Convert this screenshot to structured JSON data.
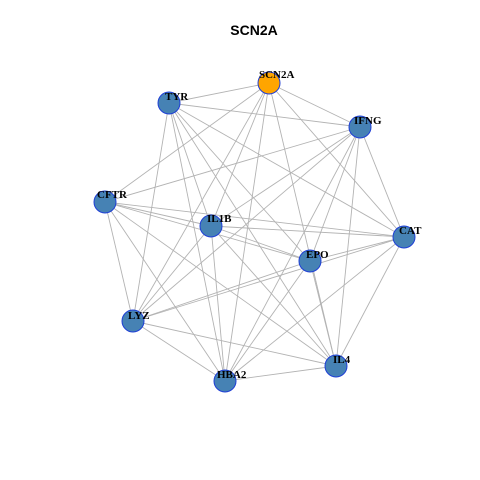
{
  "title": "SCN2A",
  "colors": {
    "edge": "#b3b3b3",
    "node_default_fill": "#4682b4",
    "node_highlight_fill": "#ffa500",
    "node_stroke": "#1f3fd6",
    "background": "#ffffff"
  },
  "nodes": [
    {
      "id": "SCN2A",
      "label": "SCN2A",
      "highlight": true
    },
    {
      "id": "TYR",
      "label": "TYR",
      "highlight": false
    },
    {
      "id": "IFNG",
      "label": "IFNG",
      "highlight": false
    },
    {
      "id": "CFTR",
      "label": "CFTR",
      "highlight": false
    },
    {
      "id": "IL1B",
      "label": "IL1B",
      "highlight": false
    },
    {
      "id": "CAT",
      "label": "CAT",
      "highlight": false
    },
    {
      "id": "EPO",
      "label": "EPO",
      "highlight": false
    },
    {
      "id": "LYZ",
      "label": "LYZ",
      "highlight": false
    },
    {
      "id": "IL4",
      "label": "IL4",
      "highlight": false
    },
    {
      "id": "HBA2",
      "label": "HBA2",
      "highlight": false
    }
  ],
  "edges": [
    [
      "SCN2A",
      "TYR"
    ],
    [
      "SCN2A",
      "IFNG"
    ],
    [
      "SCN2A",
      "CFTR"
    ],
    [
      "SCN2A",
      "IL1B"
    ],
    [
      "SCN2A",
      "LYZ"
    ],
    [
      "SCN2A",
      "HBA2"
    ],
    [
      "SCN2A",
      "IL4"
    ],
    [
      "SCN2A",
      "CAT"
    ],
    [
      "TYR",
      "IFNG"
    ],
    [
      "TYR",
      "IL1B"
    ],
    [
      "TYR",
      "CAT"
    ],
    [
      "TYR",
      "EPO"
    ],
    [
      "TYR",
      "LYZ"
    ],
    [
      "TYR",
      "HBA2"
    ],
    [
      "TYR",
      "IL4"
    ],
    [
      "IFNG",
      "CFTR"
    ],
    [
      "IFNG",
      "IL1B"
    ],
    [
      "IFNG",
      "CAT"
    ],
    [
      "IFNG",
      "EPO"
    ],
    [
      "IFNG",
      "LYZ"
    ],
    [
      "IFNG",
      "HBA2"
    ],
    [
      "IFNG",
      "IL4"
    ],
    [
      "CFTR",
      "IL1B"
    ],
    [
      "CFTR",
      "EPO"
    ],
    [
      "CFTR",
      "LYZ"
    ],
    [
      "CFTR",
      "HBA2"
    ],
    [
      "CFTR",
      "IL4"
    ],
    [
      "CFTR",
      "CAT"
    ],
    [
      "IL1B",
      "CAT"
    ],
    [
      "IL1B",
      "EPO"
    ],
    [
      "IL1B",
      "HBA2"
    ],
    [
      "IL1B",
      "IL4"
    ],
    [
      "IL1B",
      "LYZ"
    ],
    [
      "CAT",
      "EPO"
    ],
    [
      "CAT",
      "LYZ"
    ],
    [
      "CAT",
      "HBA2"
    ],
    [
      "CAT",
      "IL4"
    ],
    [
      "EPO",
      "LYZ"
    ],
    [
      "EPO",
      "HBA2"
    ],
    [
      "EPO",
      "IL4"
    ],
    [
      "LYZ",
      "HBA2"
    ],
    [
      "LYZ",
      "IL4"
    ],
    [
      "HBA2",
      "IL4"
    ]
  ]
}
